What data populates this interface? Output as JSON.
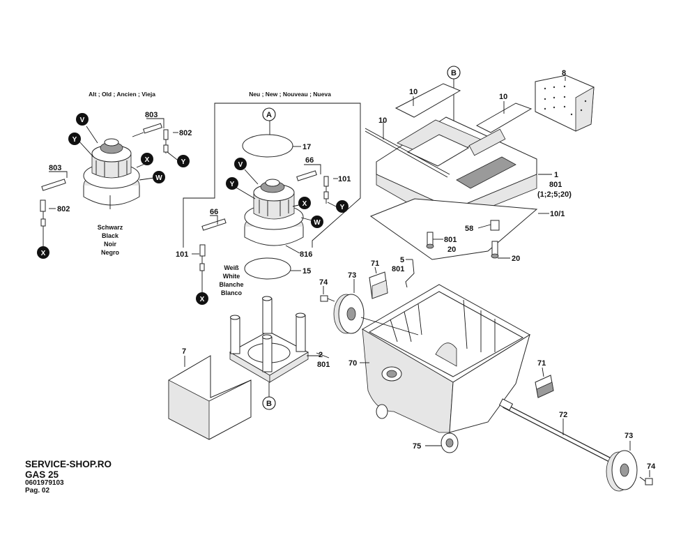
{
  "headers": {
    "old": "Alt ; Old ; Ancien ; Vieja",
    "new": "Neu ; New ; Nouveau ; Nueva"
  },
  "wire_colors": {
    "black": [
      "Schwarz",
      "Black",
      "Noir",
      "Negro"
    ],
    "white": [
      "Weiß",
      "White",
      "Blanche",
      "Blanco"
    ]
  },
  "badges": {
    "V": "V",
    "Y": "Y",
    "X": "X",
    "W": "W"
  },
  "ref_points": {
    "A": "A",
    "B": "B"
  },
  "callouts": {
    "p803": "803",
    "p802": "802",
    "p66": "66",
    "p101": "101",
    "p17": "17",
    "p15": "15",
    "p816": "816",
    "p7": "7",
    "p2": "2",
    "p801": "801",
    "p10": "10",
    "p8": "8",
    "p1": "1",
    "p801_combo": "(1;2;5;20)",
    "p10_1": "10/1",
    "p58": "58",
    "p20": "20",
    "p5": "5",
    "p71": "71",
    "p73": "73",
    "p74": "74",
    "p70": "70",
    "p72": "72",
    "p75": "75"
  },
  "footer": {
    "shop": "SERVICE-SHOP.RO",
    "model": "GAS 25",
    "part_no": "0601979103",
    "page": "Pag. 02"
  }
}
